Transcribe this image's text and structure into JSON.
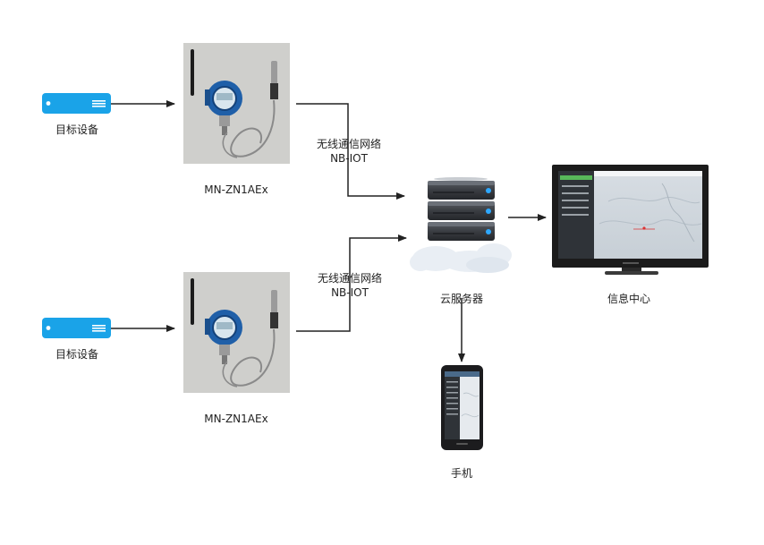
{
  "nodes": {
    "target_top": {
      "label": "目标设备"
    },
    "target_bottom": {
      "label": "目标设备"
    },
    "sensor_top": {
      "label": "MN-ZN1AEx"
    },
    "sensor_bottom": {
      "label": "MN-ZN1AEx"
    },
    "cloud_server": {
      "label": "云服务器"
    },
    "info_center": {
      "label": "信息中心"
    },
    "phone": {
      "label": "手机"
    }
  },
  "links": {
    "network_top": {
      "line1": "无线通信网络",
      "line2": "NB-IOT"
    },
    "network_bottom": {
      "line1": "无线通信网络",
      "line2": "NB-IOT"
    }
  },
  "colors": {
    "device_blue": "#1aa3e8",
    "arrow": "#222222",
    "server_dark": "#3a3d42",
    "server_led": "#2ea8ff",
    "cloud": "#e9eef4",
    "monitor_frame": "#1b1b1b",
    "photo_bg": "#cfcfcc",
    "transmitter_blue": "#1f5fa8"
  },
  "icons": {
    "target": "device-box-icon",
    "sensor": "transmitter-photo-icon",
    "server": "server-cloud-icon",
    "monitor": "monitor-icon",
    "phone": "smartphone-icon"
  }
}
